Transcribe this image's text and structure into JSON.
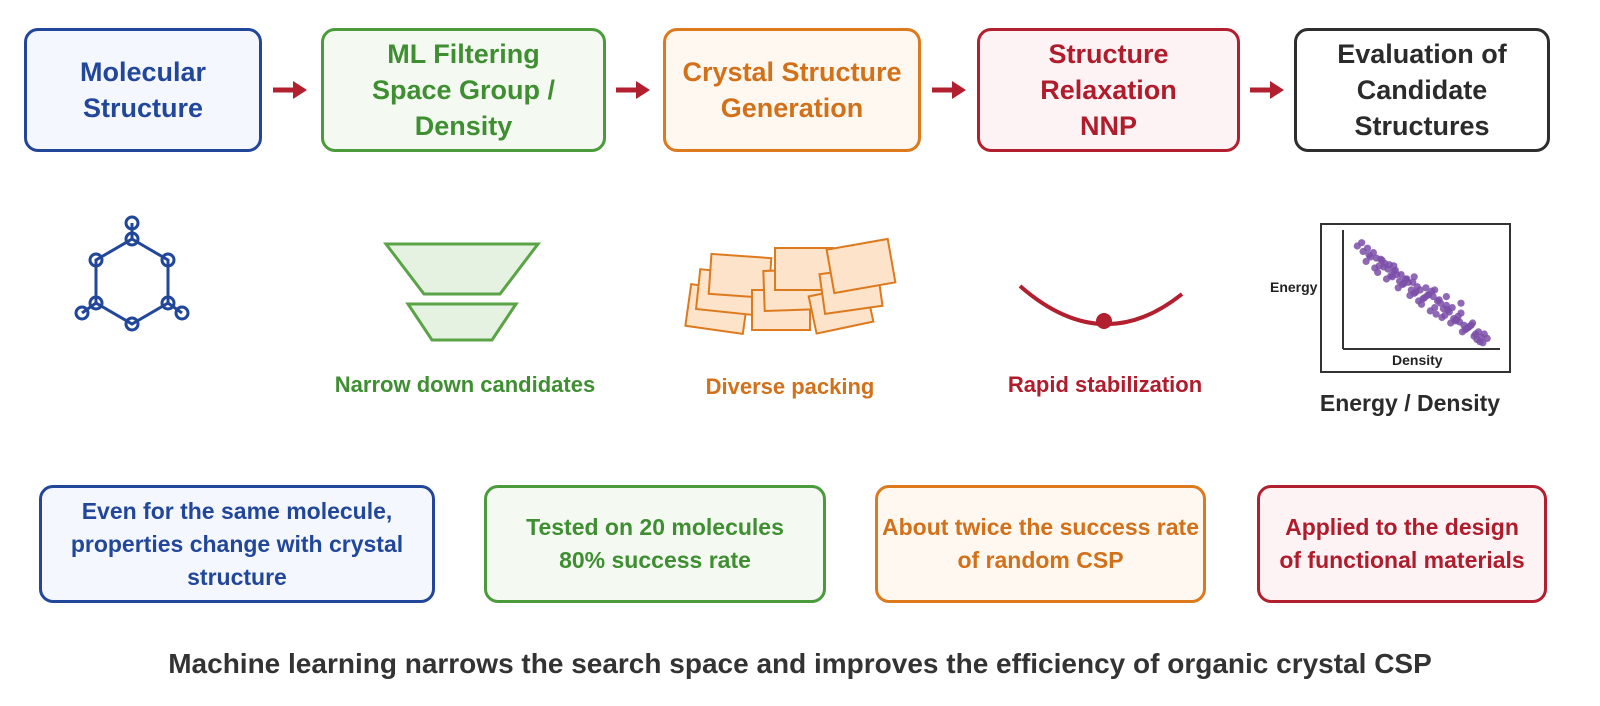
{
  "steps": [
    {
      "line1": "Molecular",
      "line2": "Structure"
    },
    {
      "line1": "ML Filtering",
      "line2": "Space Group / Density"
    },
    {
      "line1": "Crystal Structure",
      "line2": "Generation"
    },
    {
      "line1": "Structure Relaxation",
      "line2": "NNP"
    },
    {
      "line1": "Evaluation of",
      "line2": "Candidate Structures"
    }
  ],
  "captions": {
    "narrow": "Narrow down candidates",
    "packing": "Diverse packing",
    "stabilization": "Rapid stabilization",
    "energy_density": "Energy / Density"
  },
  "scatter": {
    "ylabel": "Energy",
    "xlabel": "Density"
  },
  "notes": [
    {
      "line1": "Even for the same molecule,",
      "line2": "properties change with crystal structure"
    },
    {
      "line1": "Tested on 20 molecules",
      "line2": "80% success rate"
    },
    {
      "line1": "About twice the success rate",
      "line2": "of random CSP"
    },
    {
      "line1": "Applied to the design",
      "line2": "of functional materials"
    }
  ],
  "footer": "Machine learning narrows the search space and improves the efficiency of organic crystal CSP",
  "colors": {
    "blue": "#22479a",
    "green": "#4b9a3b",
    "orange": "#dd7a1e",
    "red": "#b21f2e",
    "dark": "#2e2e2e",
    "scatter_point": "#7b4fa8"
  },
  "icons": [
    "hexagon-molecule-icon",
    "funnel-icon",
    "stacked-crystals-icon",
    "energy-well-icon",
    "scatter-plot-icon"
  ],
  "chart_data": {
    "type": "scatter",
    "title": "",
    "xlabel": "Density",
    "ylabel": "Energy",
    "xlim": [
      0,
      1
    ],
    "ylim": [
      0,
      1
    ],
    "grid": false,
    "series": [
      {
        "x": [
          0.08,
          0.05,
          0.09,
          0.12,
          0.14,
          0.16,
          0.11,
          0.18,
          0.2,
          0.13,
          0.22,
          0.17,
          0.24,
          0.19,
          0.26,
          0.21,
          0.28,
          0.23,
          0.3,
          0.25,
          0.32,
          0.27,
          0.34,
          0.29,
          0.36,
          0.31,
          0.38,
          0.33,
          0.4,
          0.35,
          0.42,
          0.37,
          0.44,
          0.39,
          0.46,
          0.41,
          0.48,
          0.43,
          0.5,
          0.45,
          0.52,
          0.47,
          0.54,
          0.49,
          0.56,
          0.51,
          0.58,
          0.53,
          0.6,
          0.55,
          0.62,
          0.57,
          0.64,
          0.59,
          0.66,
          0.61,
          0.68,
          0.63,
          0.7,
          0.65,
          0.72,
          0.67,
          0.74,
          0.69,
          0.76,
          0.71,
          0.78,
          0.73,
          0.8,
          0.75,
          0.82,
          0.77,
          0.84,
          0.79,
          0.86,
          0.81,
          0.85,
          0.88,
          0.9,
          0.83,
          0.87,
          0.92,
          0.89,
          0.94,
          0.91,
          0.76,
          0.58,
          0.44,
          0.3,
          0.66
        ],
        "y": [
          0.93,
          0.9,
          0.85,
          0.88,
          0.8,
          0.84,
          0.76,
          0.79,
          0.72,
          0.82,
          0.77,
          0.7,
          0.74,
          0.66,
          0.69,
          0.78,
          0.63,
          0.71,
          0.67,
          0.6,
          0.64,
          0.73,
          0.58,
          0.62,
          0.55,
          0.68,
          0.6,
          0.52,
          0.57,
          0.64,
          0.5,
          0.56,
          0.47,
          0.6,
          0.53,
          0.45,
          0.5,
          0.57,
          0.42,
          0.48,
          0.52,
          0.4,
          0.46,
          0.37,
          0.49,
          0.43,
          0.34,
          0.45,
          0.4,
          0.31,
          0.38,
          0.44,
          0.33,
          0.28,
          0.36,
          0.41,
          0.3,
          0.25,
          0.34,
          0.27,
          0.22,
          0.32,
          0.26,
          0.2,
          0.29,
          0.24,
          0.18,
          0.23,
          0.15,
          0.21,
          0.17,
          0.12,
          0.2,
          0.14,
          0.1,
          0.16,
          0.08,
          0.12,
          0.07,
          0.18,
          0.05,
          0.1,
          0.03,
          0.06,
          0.02,
          0.38,
          0.5,
          0.62,
          0.72,
          0.44
        ]
      }
    ]
  }
}
